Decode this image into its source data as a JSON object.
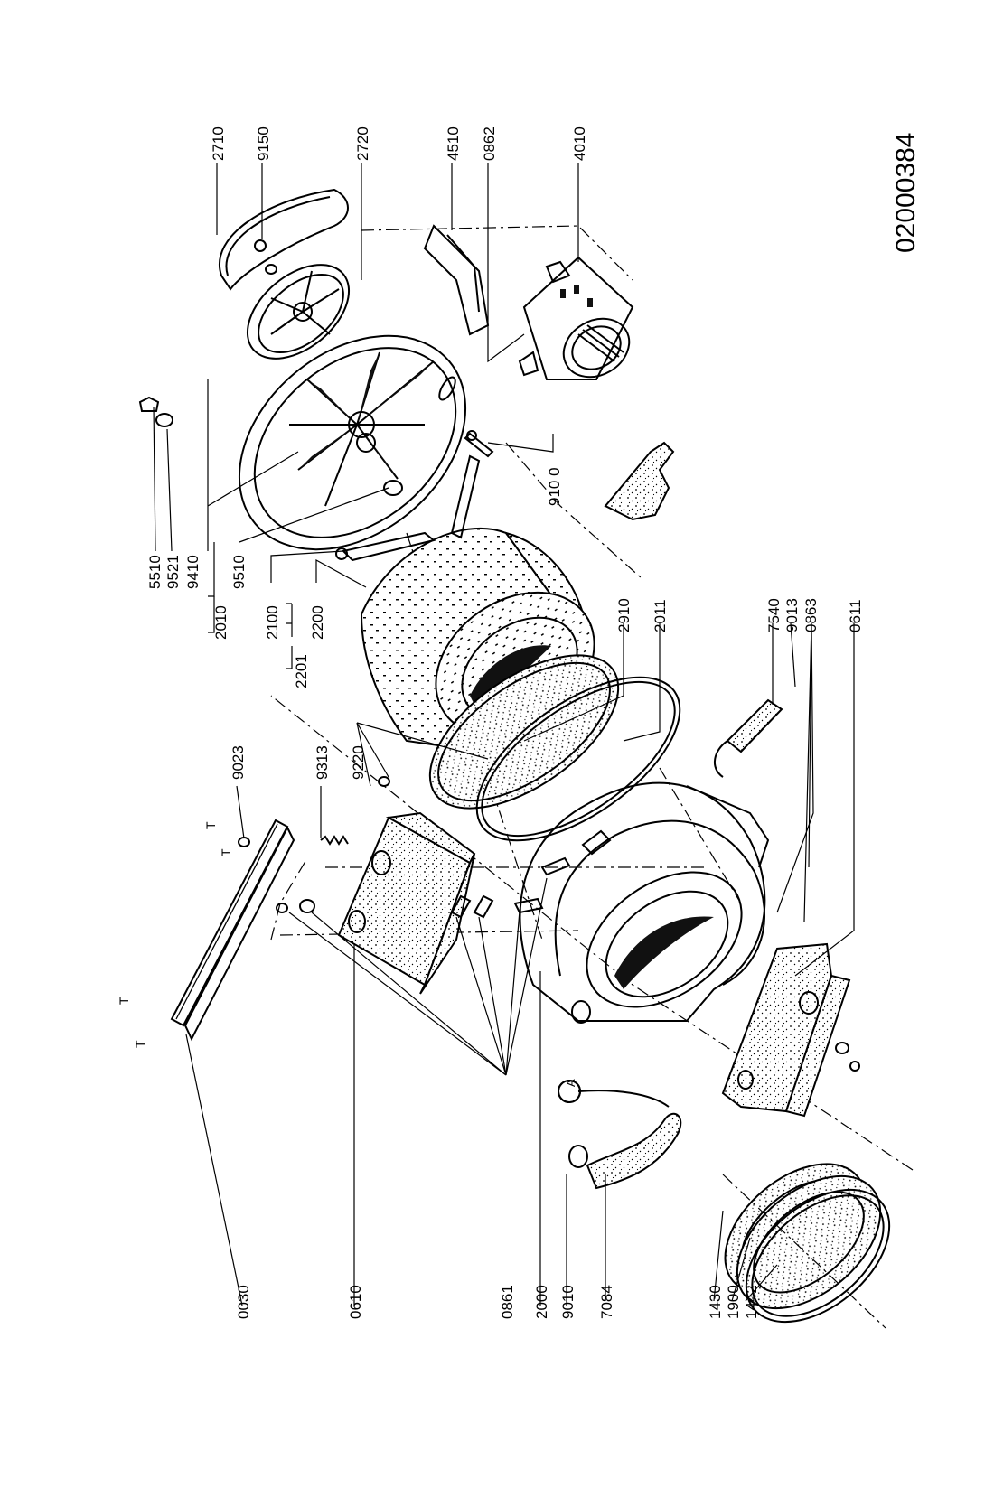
{
  "document_number": "02000384",
  "part_labels": {
    "p0030": "0030",
    "p0610": "0610",
    "p0861": "0861",
    "p2000": "2000",
    "p9010": "9010",
    "p7084": "7084",
    "p1430": "1430",
    "p1900": "1900",
    "p1442": "1442",
    "p9023": "9023",
    "p9313": "9313",
    "p9220": "9220",
    "p2201": "2201",
    "p2100": "2100",
    "p2200": "2200",
    "p2010": "2010",
    "p9410": "9410",
    "p9510": "9510",
    "p5510": "5510",
    "p9521": "9521",
    "p2910": "2910",
    "p2011": "2011",
    "p7540": "7540",
    "p9013": "9013",
    "p0863": "0863",
    "p0611": "0611",
    "p9100": "910 0",
    "p2710": "2710",
    "p9150": "9150",
    "p2720": "2720",
    "p4510": "4510",
    "p0862": "0862",
    "p4010": "4010"
  },
  "markers": {
    "circle_a": "A",
    "t1": "T",
    "t2": "T",
    "t3": "T",
    "t4": "T"
  }
}
